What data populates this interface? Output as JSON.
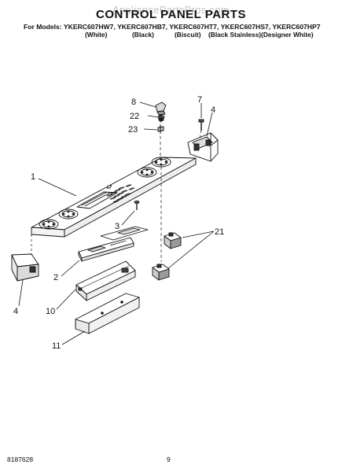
{
  "header": {
    "watermark": "AppliancePartsPros.com",
    "title": "CONTROL PANEL PARTS",
    "models_line": "For Models: YKERC607HW7, YKERC607HB7, YKERC607HT7, YKERC607HS7, YKERC607HP7",
    "colors": [
      "(White)",
      "(Black)",
      "(Biscuit)",
      "(Black Stainless)(Designer White)"
    ]
  },
  "callouts": [
    "8",
    "22",
    "23",
    "7",
    "4",
    "1",
    "3",
    "21",
    "2",
    "4",
    "10",
    "11"
  ],
  "footer": {
    "doc_number": "8187628",
    "page_number": "9"
  }
}
